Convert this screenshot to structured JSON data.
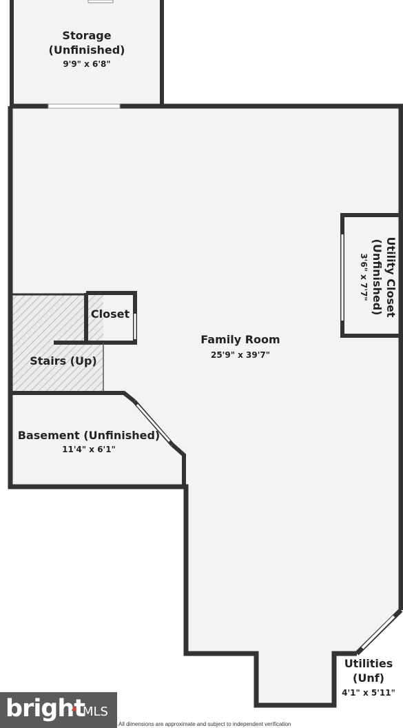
{
  "rooms": {
    "storage": {
      "name_line1": "Storage",
      "name_line2": "(Unfinished)",
      "dims": "9'9\" x 6'8\""
    },
    "family": {
      "name": "Family Room",
      "dims": "25'9\" x 39'7\""
    },
    "utility_closet": {
      "name_line1": "Utility Closet",
      "name_line2": "(Unfinished)",
      "dims": "3'6\" x 7'7\""
    },
    "closet": {
      "name": "Closet"
    },
    "stairs": {
      "name": "Stairs (Up)"
    },
    "basement": {
      "name": "Basement (Unfinished)",
      "dims": "11'4\" x 6'1\""
    },
    "utilities": {
      "name_line1": "Utilities",
      "name_line2": "(Unf)",
      "dims": "4'1\" x 5'11\""
    }
  },
  "logo": {
    "brand": "bright",
    "suffix": "MLS"
  },
  "disclaimer": "All dimensions are approximate and subject to independent verification",
  "colors": {
    "wall": "#333333",
    "floor": "#f3f3f3",
    "logo_bg": "#5a5a5a",
    "logo_accent": "#e0402f"
  }
}
